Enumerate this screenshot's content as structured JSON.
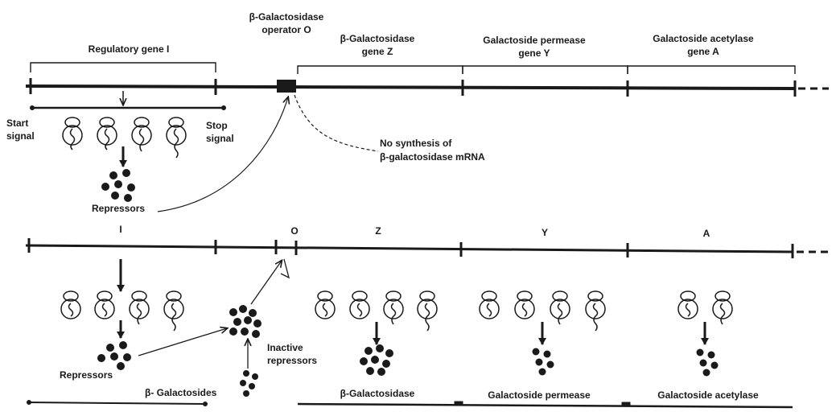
{
  "top": {
    "regulatory_gene": "Regulatory gene I",
    "operator_line1": "β-Galactosidase",
    "operator_line2": "operator O",
    "gene_z_line1": "β-Galactosidase",
    "gene_z_line2": "gene Z",
    "gene_y_line1": "Galactoside permease",
    "gene_y_line2": "gene Y",
    "gene_a_line1": "Galactoside acetylase",
    "gene_a_line2": "gene A",
    "start_line1": "Start",
    "start_line2": "signal",
    "stop_line1": "Stop",
    "stop_line2": "signal",
    "no_synth_line1": "No synthesis of",
    "no_synth_line2": "β-galactosidase mRNA",
    "repressors": "Repressors"
  },
  "bottom": {
    "gene_i": "I",
    "gene_o": "O",
    "gene_z": "Z",
    "gene_y": "Y",
    "gene_a": "A",
    "repressors": "Repressors",
    "inactive_line1": "Inactive",
    "inactive_line2": "repressors",
    "inducer": "β- Galactosides",
    "product_z": "β-Galactosidase",
    "product_y": "Galactoside permease",
    "product_a": "Galactoside acetylase"
  }
}
